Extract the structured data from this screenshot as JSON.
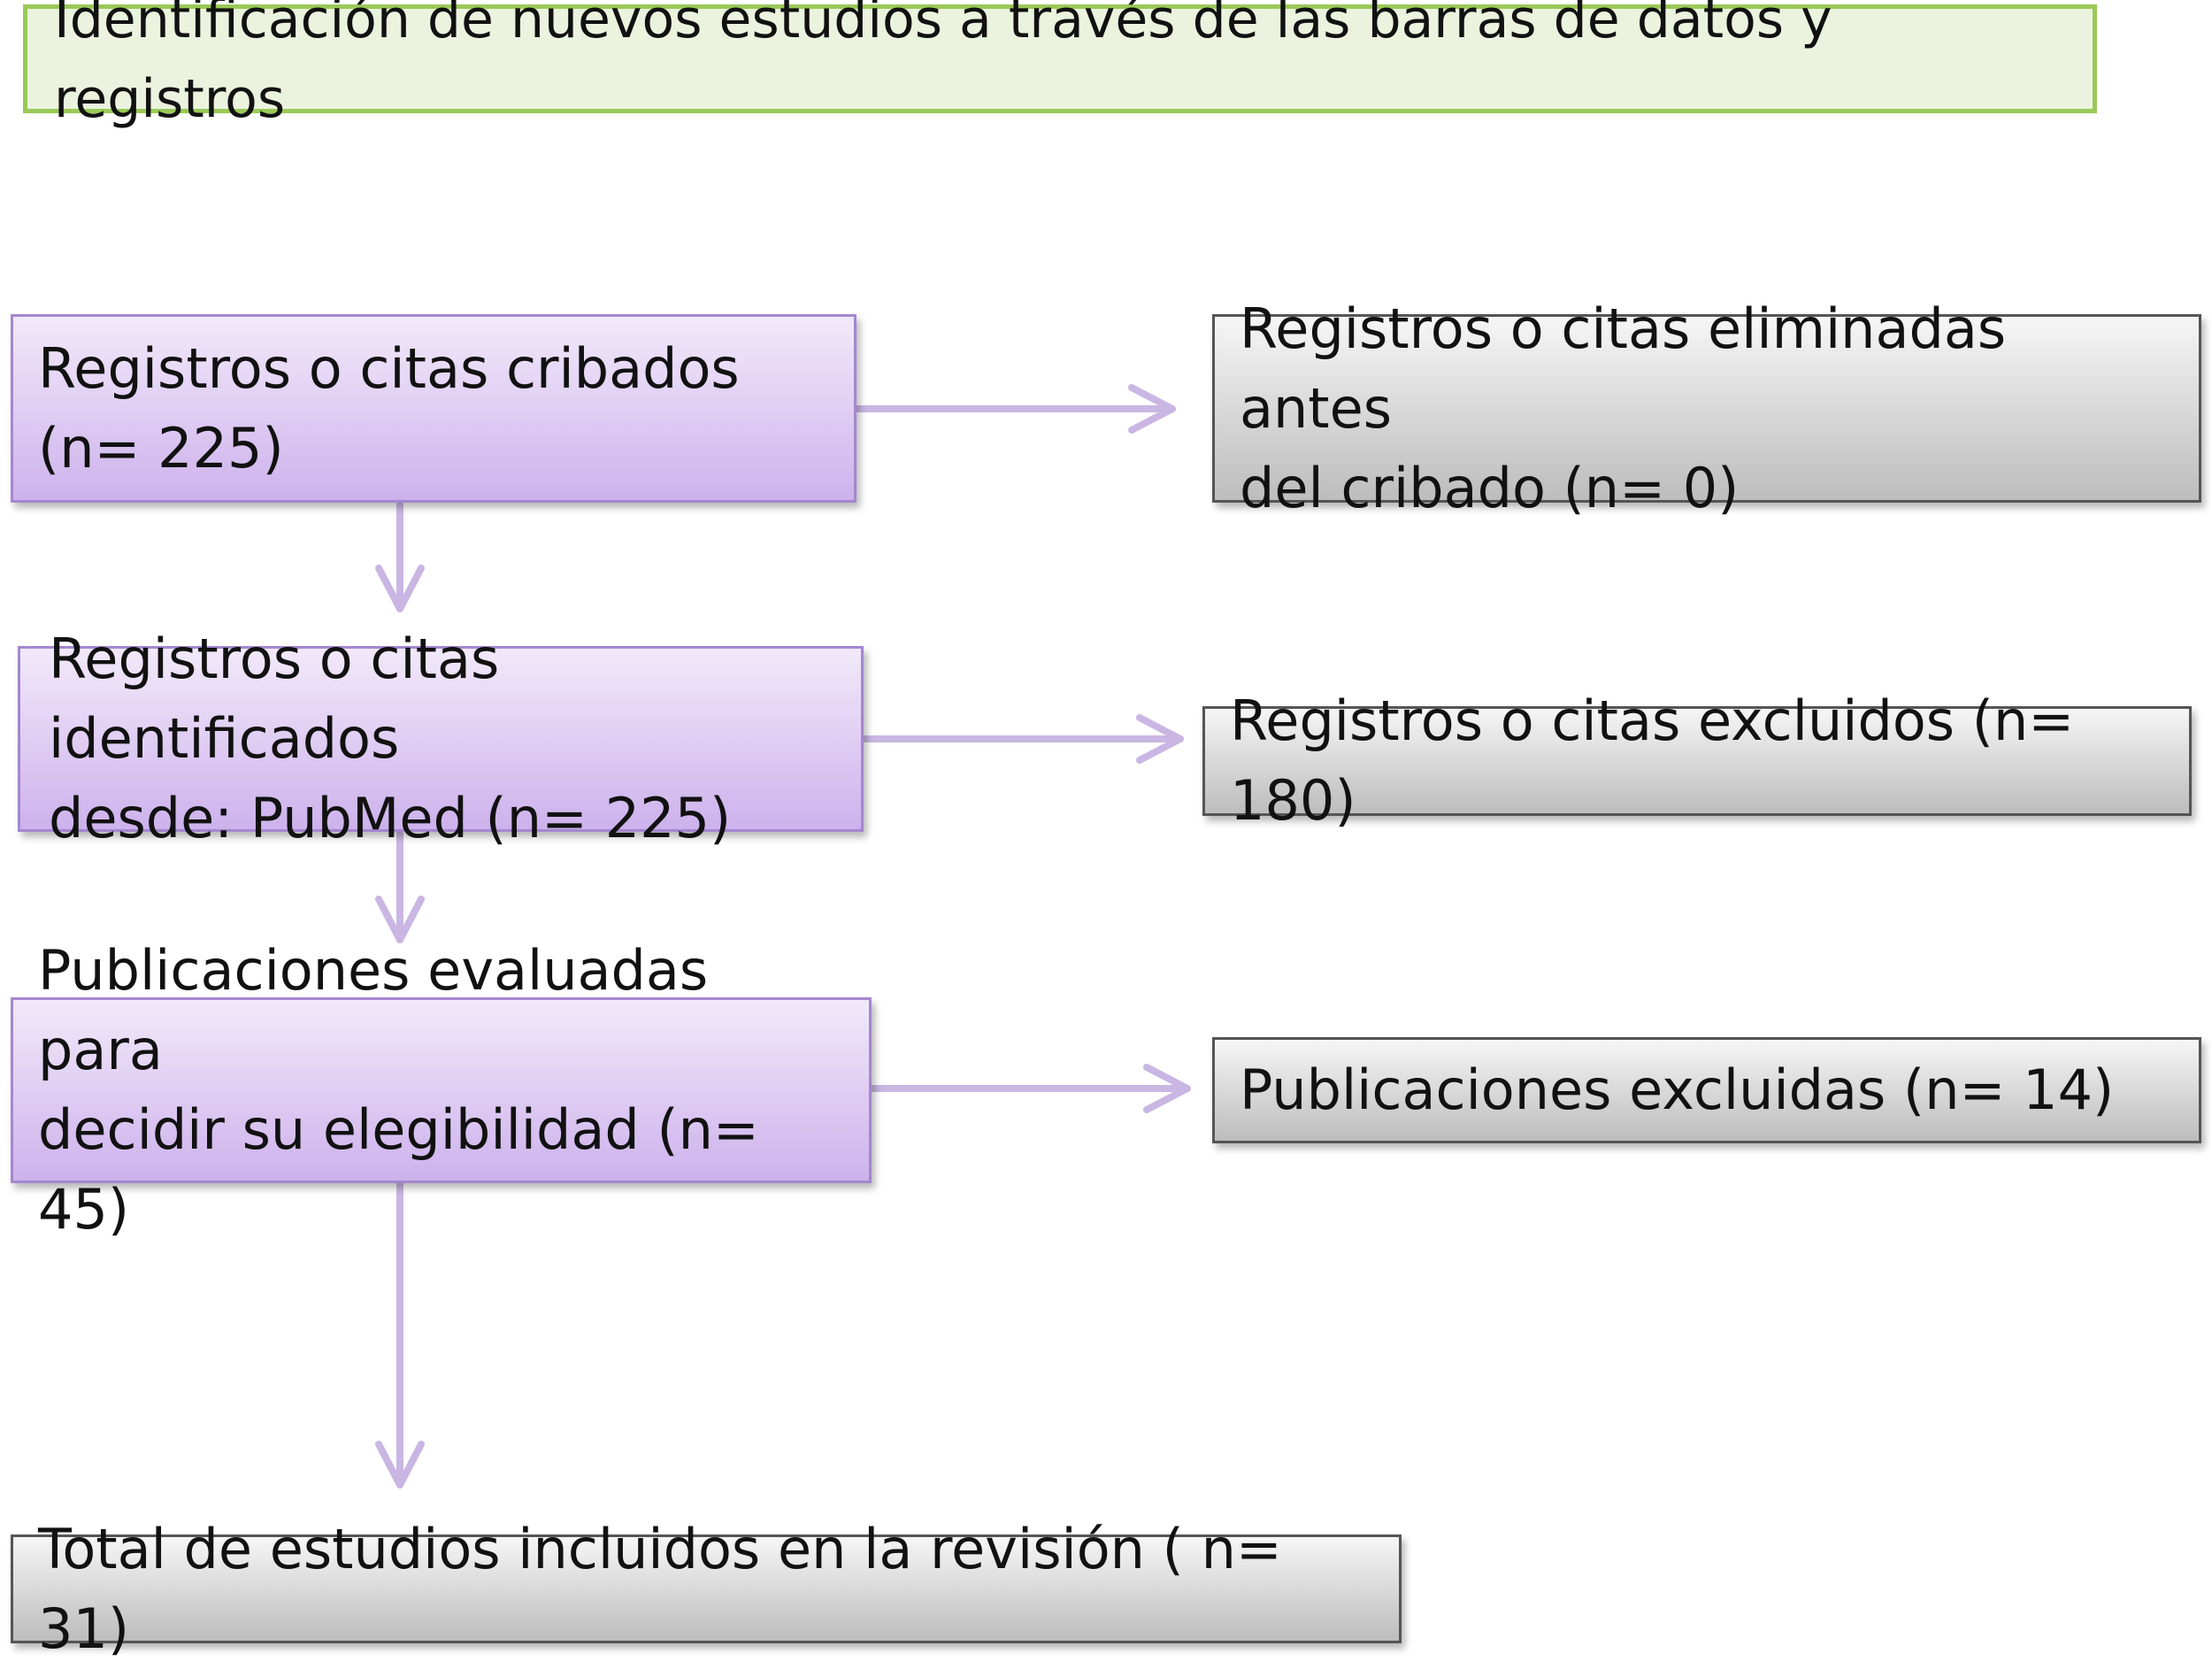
{
  "header": {
    "title": "Identificación de nuevos estudios a través de las barras de datos y registros"
  },
  "steps": [
    {
      "text": "Registros o citas cribados\n(n= 225)"
    },
    {
      "text": "Registros o citas identificados\ndesde: PubMed (n= 225)"
    },
    {
      "text": "Publicaciones evaluadas para\ndecidir su elegibilidad (n= 45)"
    }
  ],
  "exclusions": [
    {
      "text": "Registros o citas eliminadas antes\ndel cribado (n= 0)"
    },
    {
      "text": "Registros o citas excluidos (n= 180)"
    },
    {
      "text": "Publicaciones excluidas (n= 14)"
    }
  ],
  "final": {
    "text": "Total de estudios incluidos en la revisión ( n= 31)"
  },
  "colors": {
    "header_fill": "#ebf3df",
    "header_border": "#9ac957",
    "step_fill": "#e2d1f4",
    "step_border": "#a487cf",
    "exclusion_fill": "#dcdcdc",
    "exclusion_border": "#555555",
    "arrow": "#c9b6e3"
  }
}
